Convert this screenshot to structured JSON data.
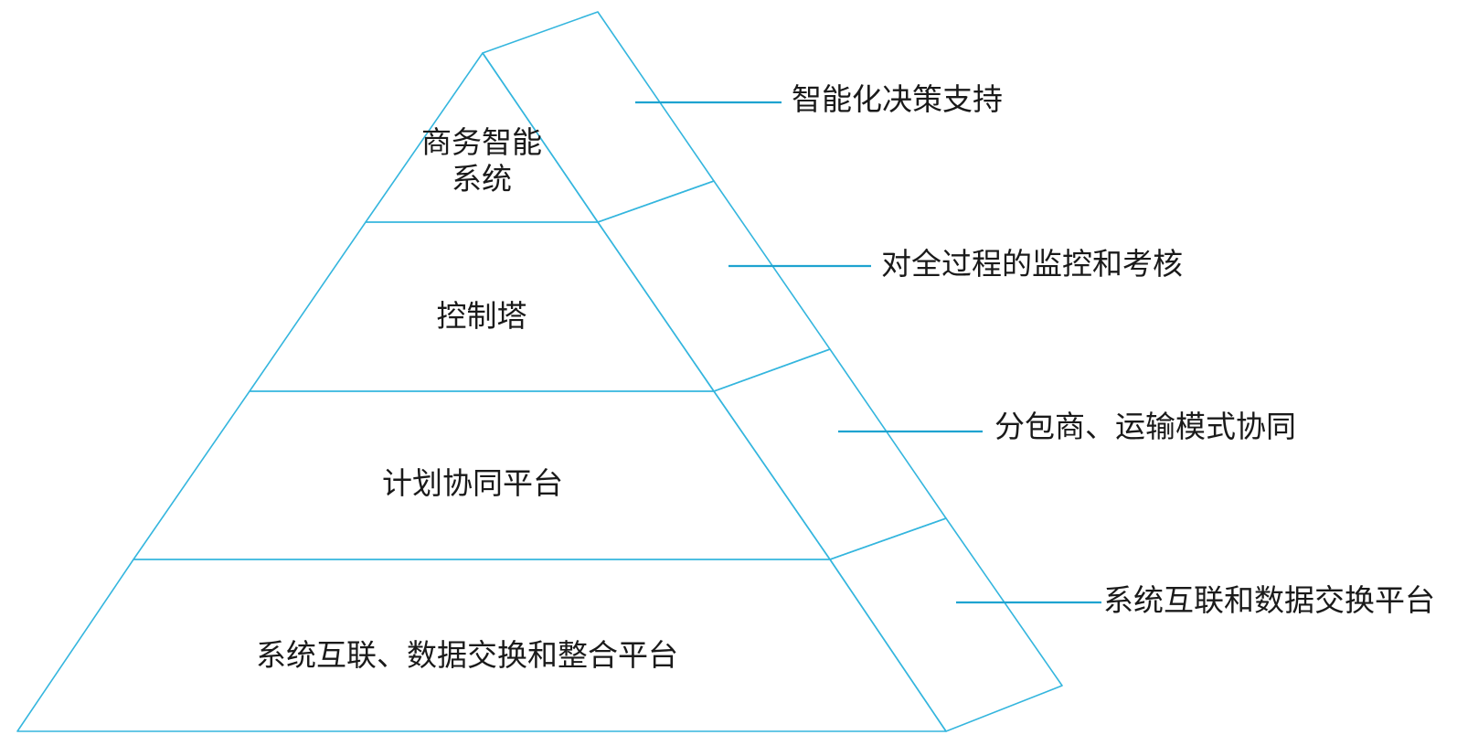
{
  "diagram": {
    "type": "pyramid",
    "palette": {
      "edge": "#35b6de",
      "leader": "#1ea3d0",
      "fill_dark": "#b5e5f6",
      "fill_light": "#ffffff",
      "text": "#1a1a1a"
    },
    "tiers": [
      {
        "label_lines": [
          "商务智能",
          "系统"
        ],
        "callout": "智能化决策支持"
      },
      {
        "label_lines": [
          "控制塔"
        ],
        "callout": "对全过程的监控和考核"
      },
      {
        "label_lines": [
          "计划协同平台"
        ],
        "callout": "分包商、运输模式协同"
      },
      {
        "label_lines": [
          "系统互联、数据交换和整合平台"
        ],
        "callout": "系统互联和数据交换平台"
      }
    ]
  }
}
